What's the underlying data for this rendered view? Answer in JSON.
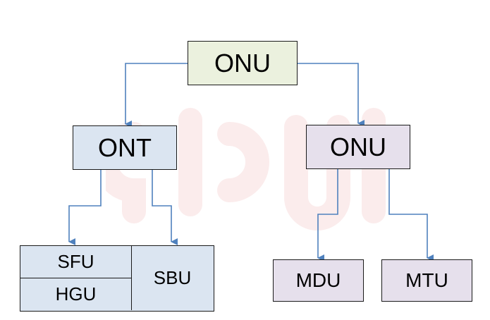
{
  "diagram": {
    "root": {
      "label": "ONU"
    },
    "left_branch": {
      "label": "ONT",
      "children": [
        {
          "label": "SFU"
        },
        {
          "label": "HGU"
        },
        {
          "label": "SBU"
        }
      ]
    },
    "right_branch": {
      "label": "ONU",
      "children": [
        {
          "label": "MDU"
        },
        {
          "label": "MTU"
        }
      ]
    }
  },
  "colors": {
    "root_fill": "#ebf1de",
    "ont_fill": "#dbe5f1",
    "onu_fill": "#e6e0ec",
    "connector": "#4f81bd",
    "border": "#1a1a1a"
  }
}
